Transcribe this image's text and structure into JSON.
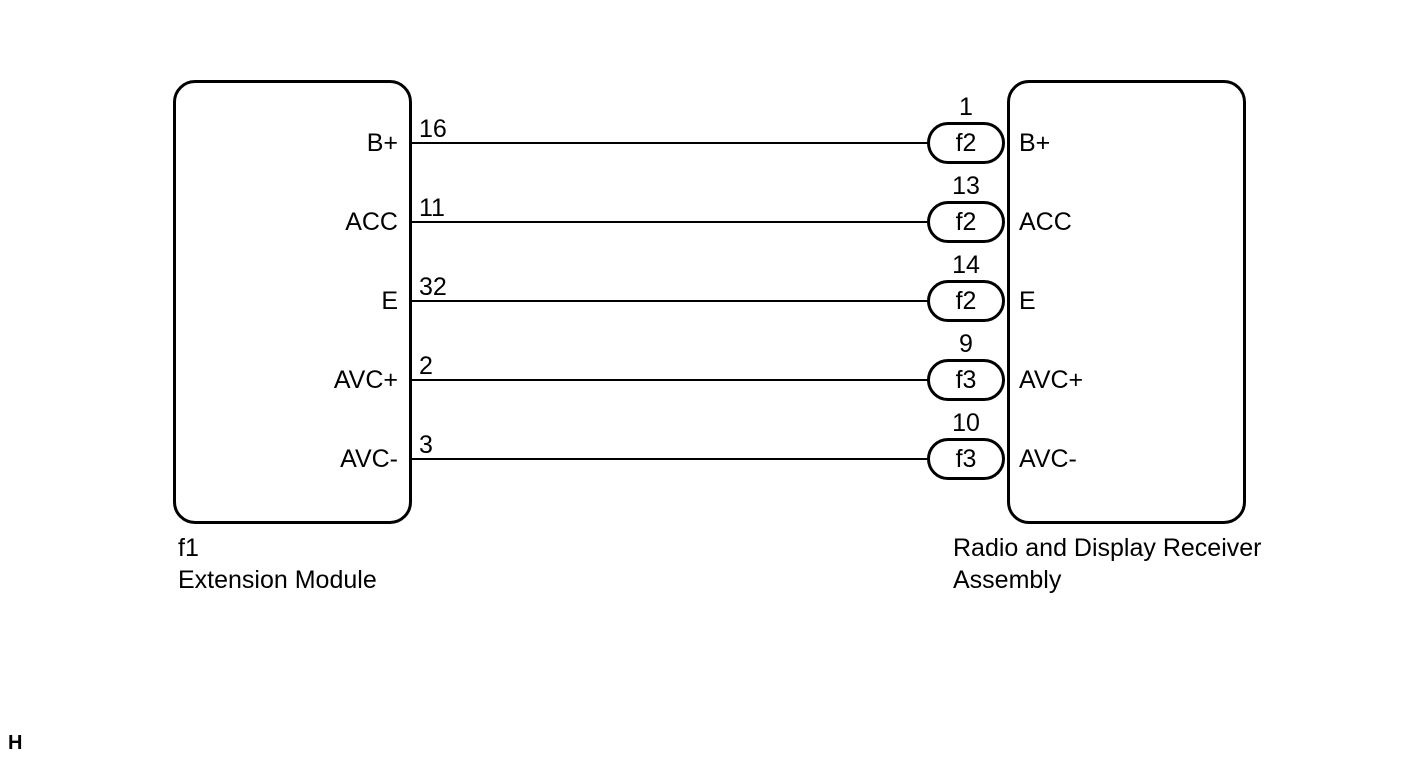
{
  "left_component": {
    "code": "f1",
    "name": "Extension Module"
  },
  "right_component": {
    "name_line1": "Radio and Display Receiver",
    "name_line2": "Assembly"
  },
  "wires": [
    {
      "left_label": "B+",
      "left_pin": "16",
      "connector": "f2",
      "right_pin": "1",
      "right_label": "B+"
    },
    {
      "left_label": "ACC",
      "left_pin": "11",
      "connector": "f2",
      "right_pin": "13",
      "right_label": "ACC"
    },
    {
      "left_label": "E",
      "left_pin": "32",
      "connector": "f2",
      "right_pin": "14",
      "right_label": "E"
    },
    {
      "left_label": "AVC+",
      "left_pin": "2",
      "connector": "f3",
      "right_pin": "9",
      "right_label": "AVC+"
    },
    {
      "left_label": "AVC-",
      "left_pin": "3",
      "connector": "f3",
      "right_pin": "10",
      "right_label": "AVC-"
    }
  ],
  "footer_mark": "H"
}
